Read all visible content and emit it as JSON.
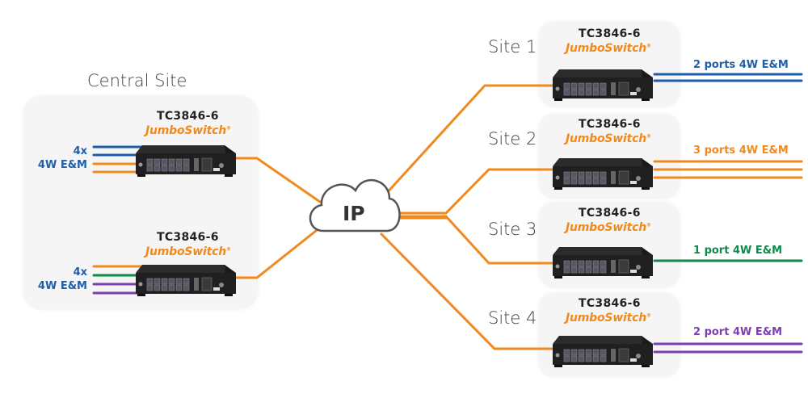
{
  "colors": {
    "orange": "#f0891e",
    "blue": "#1f5ea9",
    "green": "#0f8a4a",
    "purple": "#7b3fb0"
  },
  "cloud": {
    "label": "IP"
  },
  "central": {
    "title": "Central Site",
    "devices": [
      {
        "model": "TC3846-6",
        "brand": "JumboSwitch",
        "label_line1": "4x",
        "label_line2": "4W E&M"
      },
      {
        "model": "TC3846-6",
        "brand": "JumboSwitch",
        "label_line1": "4x",
        "label_line2": "4W E&M"
      }
    ]
  },
  "sites": [
    {
      "name": "Site 1",
      "model": "TC3846-6",
      "brand": "JumboSwitch",
      "ports_label": "2 ports 4W E&M",
      "color": "#1f5ea9"
    },
    {
      "name": "Site 2",
      "model": "TC3846-6",
      "brand": "JumboSwitch",
      "ports_label": "3 ports 4W E&M",
      "color": "#f0891e"
    },
    {
      "name": "Site 3",
      "model": "TC3846-6",
      "brand": "JumboSwitch",
      "ports_label": "1 port 4W E&M",
      "color": "#0f8a4a"
    },
    {
      "name": "Site 4",
      "model": "TC3846-6",
      "brand": "JumboSwitch",
      "ports_label": "2 port 4W E&M",
      "color": "#7b3fb0"
    }
  ]
}
